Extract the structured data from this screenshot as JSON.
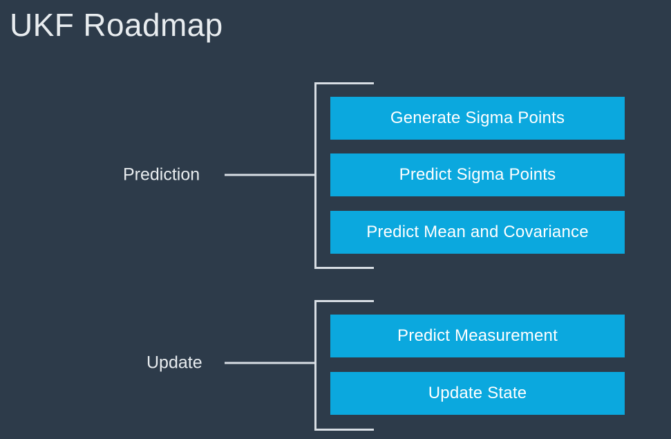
{
  "slide": {
    "title": "UKF Roadmap",
    "background_color": "#2d3b4a",
    "accent_color": "#0ba8de",
    "line_color": "#d8dee4",
    "text_color": "#e8ecef"
  },
  "groups": [
    {
      "label": "Prediction",
      "steps": [
        {
          "label": "Generate Sigma Points"
        },
        {
          "label": "Predict Sigma Points"
        },
        {
          "label": "Predict Mean and Covariance"
        }
      ]
    },
    {
      "label": "Update",
      "steps": [
        {
          "label": "Predict Measurement"
        },
        {
          "label": "Update State"
        }
      ]
    }
  ]
}
